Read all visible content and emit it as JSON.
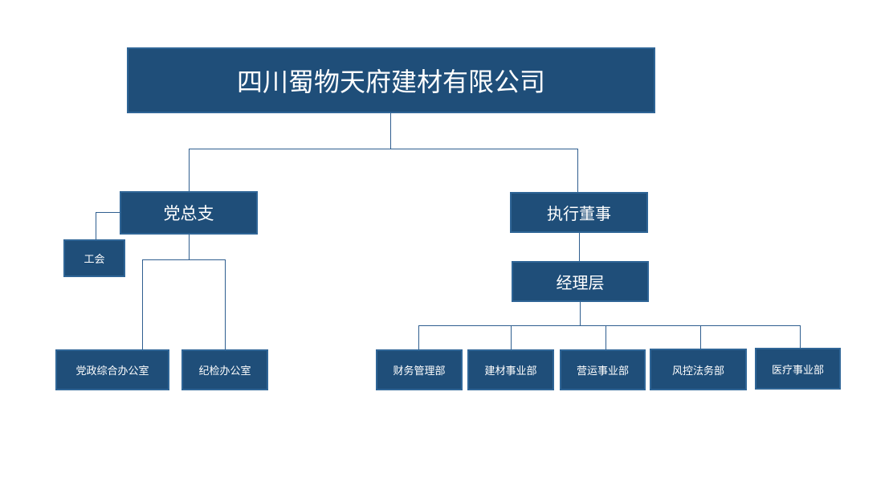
{
  "colors": {
    "box_fill": "#1f4e79",
    "box_border": "#2f6596",
    "connector": "#2f5e8f",
    "text": "#ffffff"
  },
  "org": {
    "company": "四川蜀物天府建材有限公司",
    "party_branch": "党总支",
    "union": "工会",
    "party_office": "党政综合办公室",
    "discipline_office": "纪检办公室",
    "executive_director": "执行董事",
    "management": "经理层",
    "departments": [
      "财务管理部",
      "建材事业部",
      "营运事业部",
      "风控法务部",
      "医疗事业部"
    ]
  }
}
